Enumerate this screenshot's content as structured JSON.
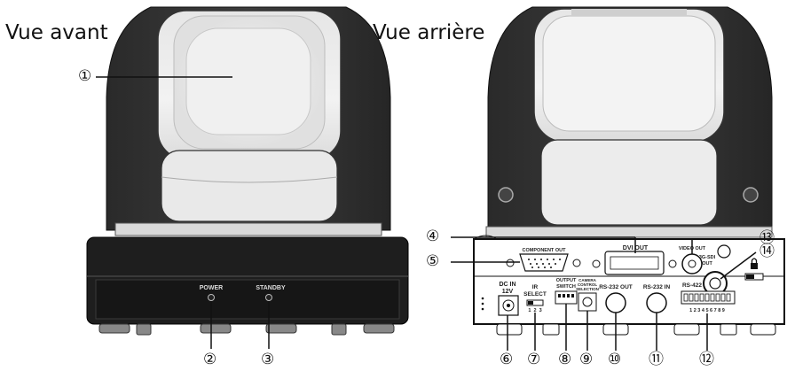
{
  "views": {
    "front_title": "Vue avant",
    "rear_title": "Vue arrière"
  },
  "front_panel": {
    "power_label": "POWER",
    "standby_label": "STANDBY"
  },
  "rear_panel": {
    "component_out": "COMPONENT  OUT",
    "dvi_out": "DVI OUT",
    "video_out": "VIDEO OUT",
    "sdi_out_line1": "3G-SDI",
    "sdi_out_line2": "OUT",
    "dc_in_line1": "DC IN",
    "dc_in_line2": "12V",
    "ir_select_line1": "IR",
    "ir_select_line2": "SELECT",
    "ir_select_positions": "1  2  3",
    "output_switch_line1": "OUTPUT",
    "output_switch_line2": "SWITCH",
    "camera_control_line1": "CAMERA",
    "camera_control_line2": "CONTROL",
    "camera_control_line3": "SELECTION",
    "rs232_out": "RS-232 OUT",
    "rs232_in": "RS-232 IN",
    "rs422": "RS-422",
    "rs422_pins": "1 2 3 4 5 6 7 8 9"
  },
  "callouts": {
    "c1": "①",
    "c2": "②",
    "c3": "③",
    "c4": "④",
    "c5": "⑤",
    "c6": "⑥",
    "c7": "⑦",
    "c8": "⑧",
    "c9": "⑨",
    "c10": "⑩",
    "c11": "⑪",
    "c12": "⑫",
    "c13": "⑬",
    "c14": "⑭"
  }
}
